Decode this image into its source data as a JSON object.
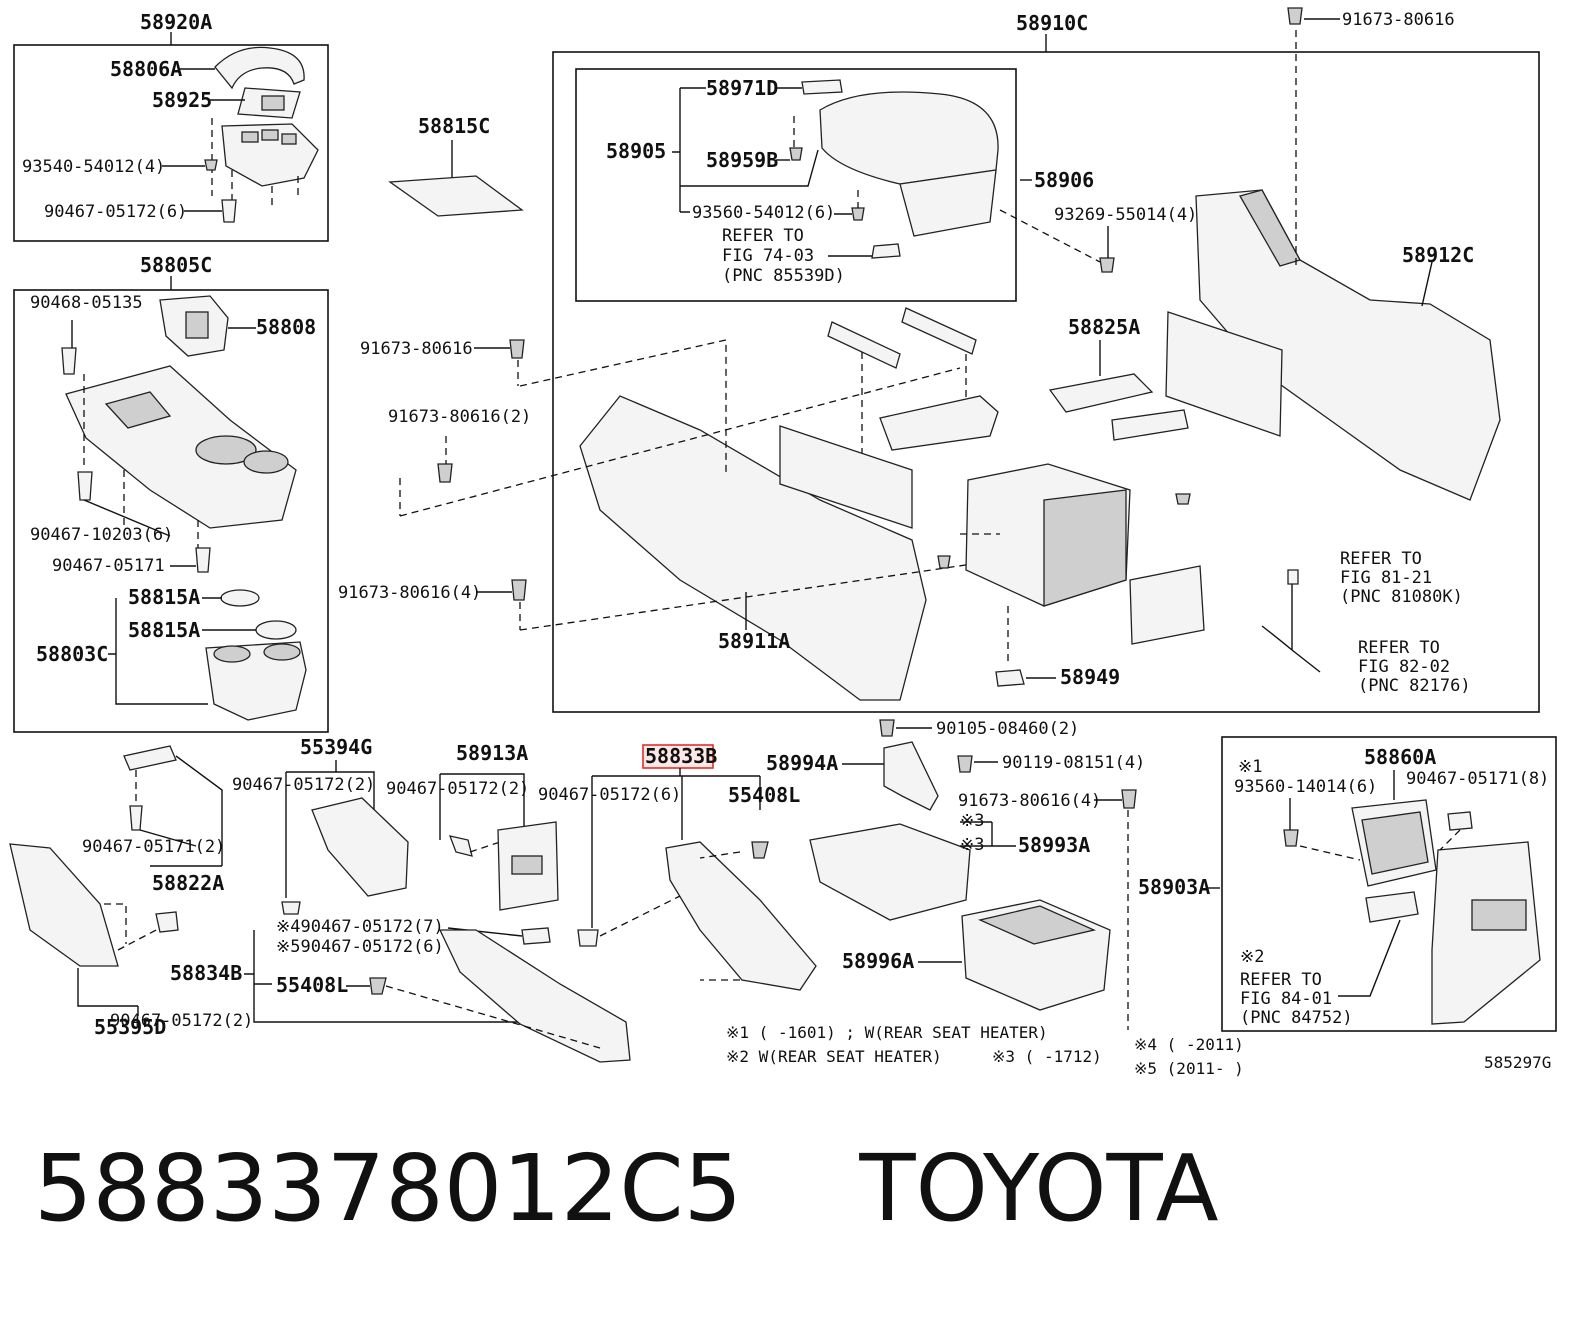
{
  "diagram_code": "585297G",
  "highlighted_part": "58833B",
  "footer": {
    "part_number": "5883378012C5",
    "brand": "TOYOTA"
  },
  "groups": {
    "g58920A": "58920A",
    "g58805C": "58805C",
    "g58910C": "58910C",
    "g58860A": "58860A"
  },
  "labels": {
    "l58806A": "58806A",
    "l58925": "58925",
    "l93540": "93540-54012(4)",
    "l90467_6a": "90467-05172(6)",
    "l58815C": "58815C",
    "l90468": "90468-05135",
    "l58808": "58808",
    "l10203": "90467-10203(6)",
    "l05171a": "90467-05171",
    "l58815A1": "58815A",
    "l58815A2": "58815A",
    "l58803C": "58803C",
    "l91673top": "91673-80616",
    "l58971D": "58971D",
    "l58905": "58905",
    "l58959B": "58959B",
    "l93560a": "93560-54012(6)",
    "refer1a": "REFER TO",
    "refer1b": "FIG 74-03",
    "refer1c": "(PNC 85539D)",
    "l58906": "58906",
    "l93269": "93269-55014(4)",
    "l58912C": "58912C",
    "l91673a": "91673-80616",
    "l91673b": "91673-80616(2)",
    "l58825A": "58825A",
    "l91673c": "91673-80616(4)",
    "l58911A": "58911A",
    "l58949": "58949",
    "refer2a": "REFER TO",
    "refer2b": "FIG 81-21",
    "refer2c": "(PNC 81080K)",
    "refer3a": "REFER TO",
    "refer3b": "FIG 82-02",
    "refer3c": "(PNC 82176)",
    "l55394G": "55394G",
    "l58913A": "58913A",
    "l58994A": "58994A",
    "l90105": "90105-08460(2)",
    "l90119": "90119-08151(4)",
    "l91673d": "91673-80616(4)",
    "l90467_2a": "90467-05172(2)",
    "l90467_2b": "90467-05172(2)",
    "l90467_6b": "90467-05172(6)",
    "l55408La": "55408L",
    "l05171_2": "90467-05171(2)",
    "l58822A": "58822A",
    "l58993A": "58993A",
    "m3a": "※3",
    "m3b": "※3",
    "l58903A": "58903A",
    "l58996A": "58996A",
    "m4": "※4",
    "l90467_7": "90467-05172(7)",
    "m5": "※5",
    "l90467_6c": "90467-05172(6)",
    "l58834B": "58834B",
    "l55408Lb": "55408L",
    "l90467_2c": "90467-05172(2)",
    "l55395D": "55395D",
    "m1": "※1",
    "l93560b": "93560-14014(6)",
    "l05171_8": "90467-05171(8)",
    "m2": "※2",
    "refer4a": "REFER TO",
    "refer4b": "FIG 84-01",
    "refer4c": "(PNC 84752)"
  },
  "notes": {
    "n1": "※1 (      -1601) ; W(REAR SEAT HEATER)",
    "n2": "※2  W(REAR SEAT HEATER)",
    "n3": "※3 (      -1712)",
    "n4": "※4 (      -2011)",
    "n5": "※5 (2011-      )"
  }
}
